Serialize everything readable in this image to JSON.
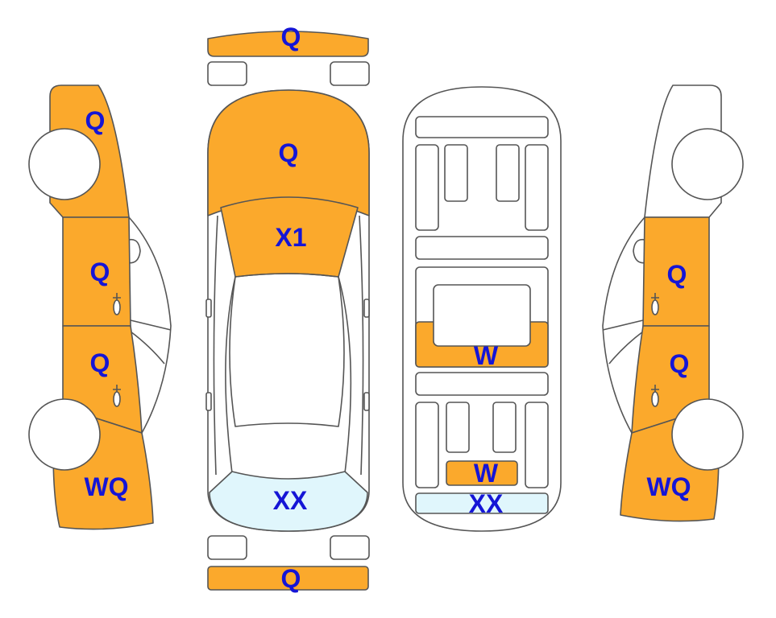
{
  "colors": {
    "damage": "#FBA92C",
    "glass": "#E0F6FC",
    "code": "#1515D6",
    "outline": "#555555",
    "background": "#FFFFFF"
  },
  "codes": {
    "front_bumper": "Q",
    "hood": "Q",
    "windshield": "X1",
    "rear_window": "XX",
    "rear_bumper": "Q",
    "underbody_mid": "W",
    "underbody_rear": "W",
    "underbody_rear_glass": "XX",
    "left_front_fender": "Q",
    "left_front_door": "Q",
    "left_rear_door": "Q",
    "left_rear_quarter": "WQ",
    "right_front_door": "Q",
    "right_rear_door": "Q",
    "right_rear_quarter": "WQ"
  }
}
